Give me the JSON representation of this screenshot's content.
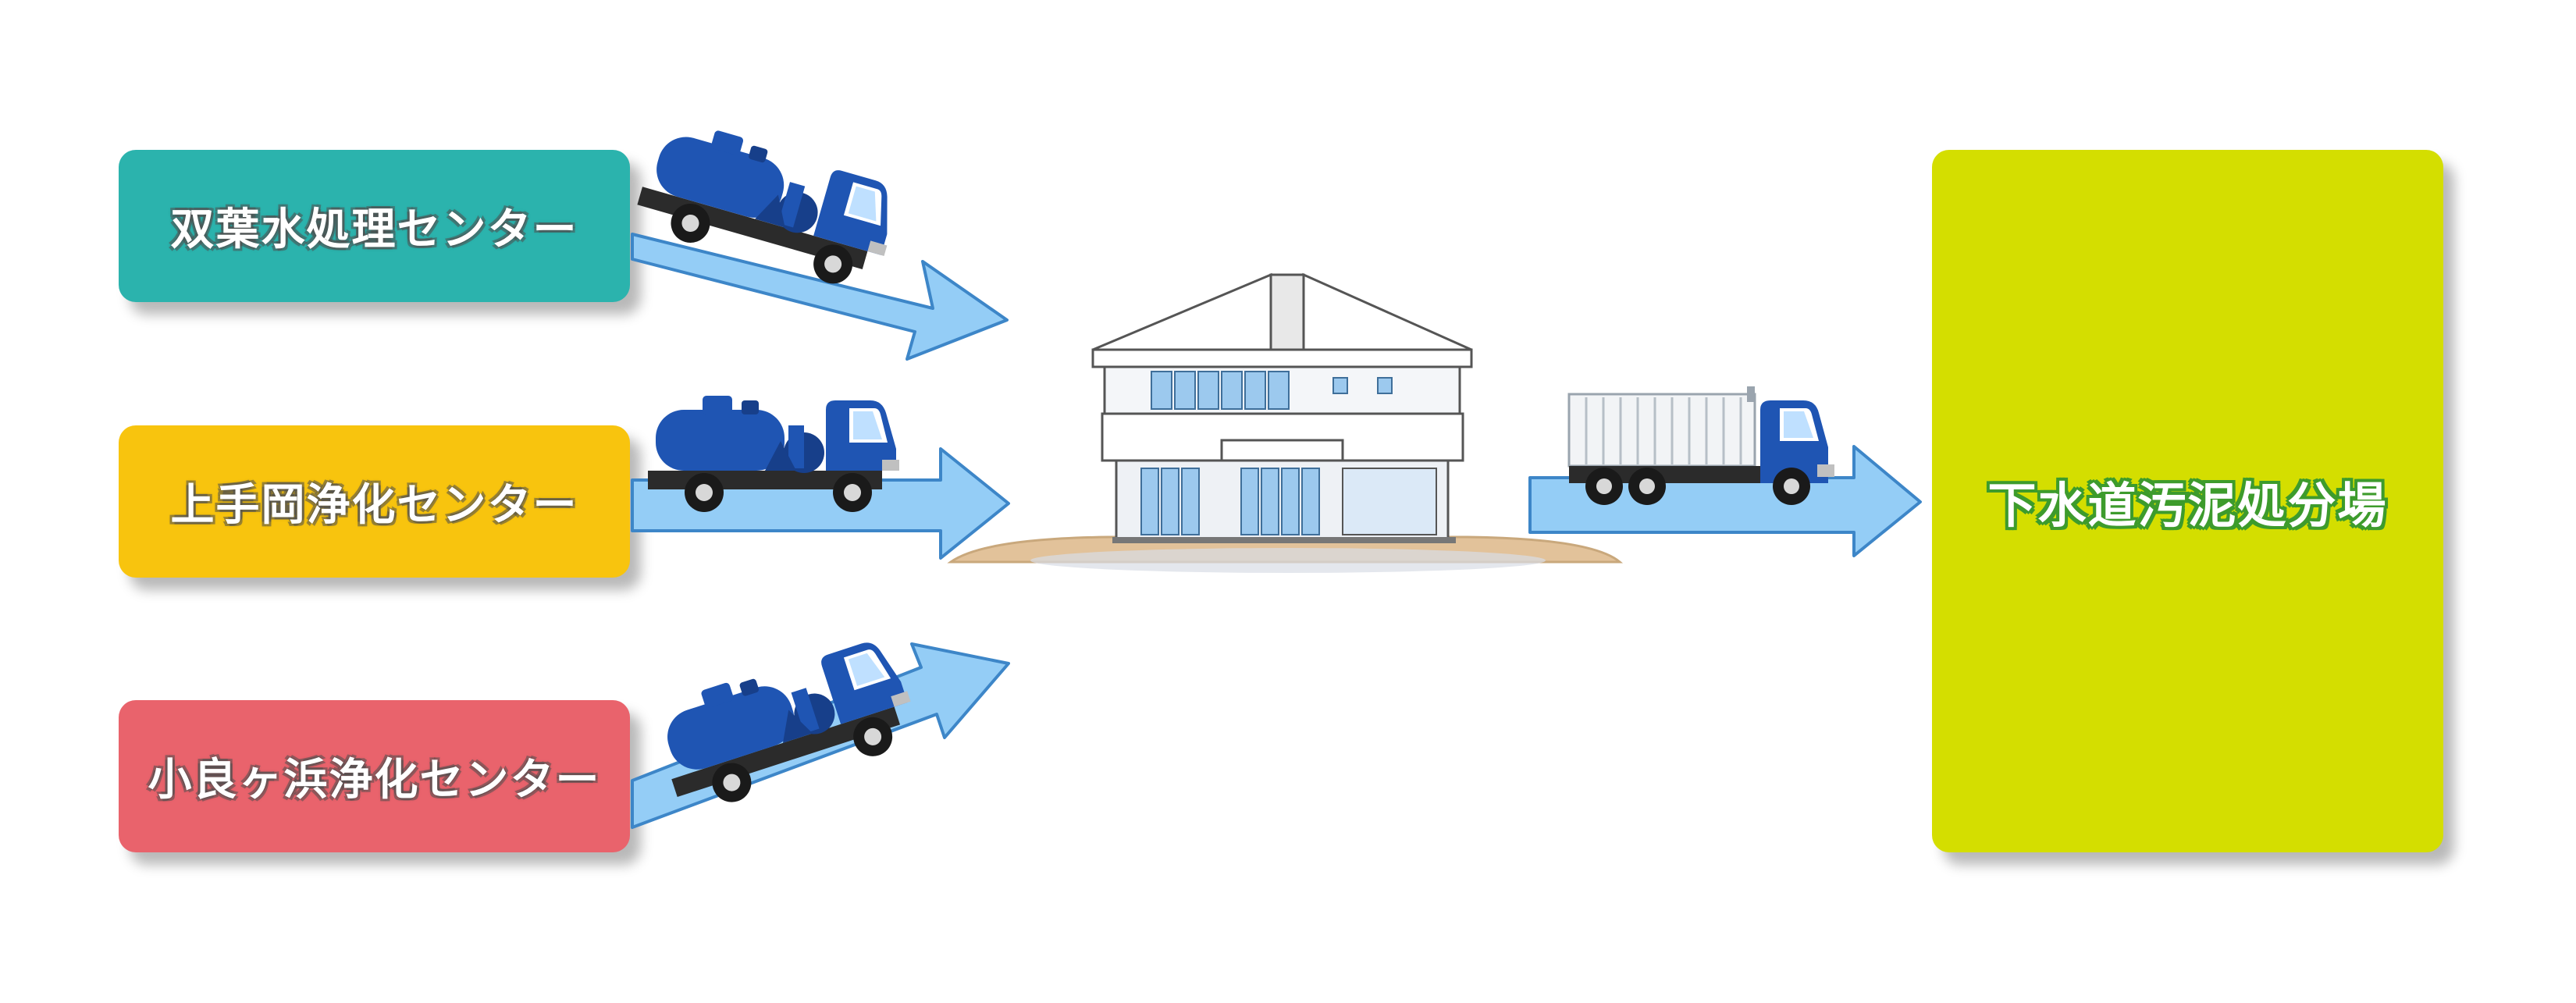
{
  "sources": [
    {
      "id": "futaba",
      "label": "双葉水処理センター",
      "color": "#2bb3ad"
    },
    {
      "id": "kamiteoka",
      "label": "上手岡浄化センター",
      "color": "#f8c40e"
    },
    {
      "id": "kuragahama",
      "label": "小良ヶ浜浄化センター",
      "color": "#e9636c"
    }
  ],
  "destination": {
    "label": "下水道汚泥処分場",
    "color": "#d4de00",
    "outline_color": "#3d9b2c"
  },
  "colors": {
    "arrow_fill": "#94cdf6",
    "arrow_stroke": "#3d86c8",
    "truck_blue": "#1f55b3",
    "truck_dark": "#173f8a",
    "ground": "#e2c29a"
  },
  "icons": [
    "vacuum-truck-icon",
    "dump-truck-icon",
    "treatment-facility-building-icon"
  ]
}
